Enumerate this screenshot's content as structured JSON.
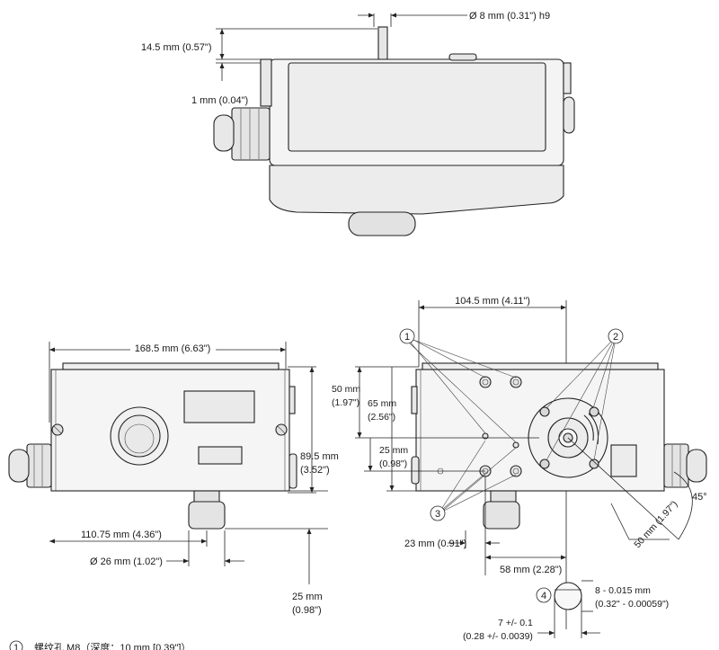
{
  "top_view": {
    "shaft_diameter": "Ø 8 mm (0.31\") h9",
    "shaft_length": "14.5 mm (0.57\")",
    "gap": "1 mm (0.04\")"
  },
  "front_view": {
    "width": "168.5 mm (6.63\")",
    "height_mm": "89.5 mm",
    "height_in": "(3.52\")",
    "offset": "110.75 mm (4.36\")",
    "gland_diameter": "Ø 26 mm (1.02\")",
    "gland_length_mm": "25 mm",
    "gland_length_in": "(0.98\")"
  },
  "side_view": {
    "width": "104.5 mm (4.11\")",
    "dim_50_mm": "50 mm",
    "dim_50_in": "(1.97\")",
    "dim_65_mm": "65 mm",
    "dim_65_in": "(2.56\")",
    "dim_25_mm": "25 mm",
    "dim_25_in": "(0.98\")",
    "dim_23": "23 mm (0.91\")",
    "dim_58": "58 mm (2.28\")",
    "dim_50_diag": "50 mm (1.97\")",
    "angle": "45°"
  },
  "detail": {
    "callout": "4",
    "tolerance_1": "8 - 0.015 mm",
    "tolerance_2": "(0.32\" - 0.00059\")",
    "key_1": "7 +/- 0.1",
    "key_2": "(0.28 +/- 0.0039)"
  },
  "callouts": [
    "1",
    "2",
    "3"
  ],
  "footnote": {
    "number": "1",
    "text": "螺纹孔 M8（深度：10 mm [0.39\"]）"
  }
}
